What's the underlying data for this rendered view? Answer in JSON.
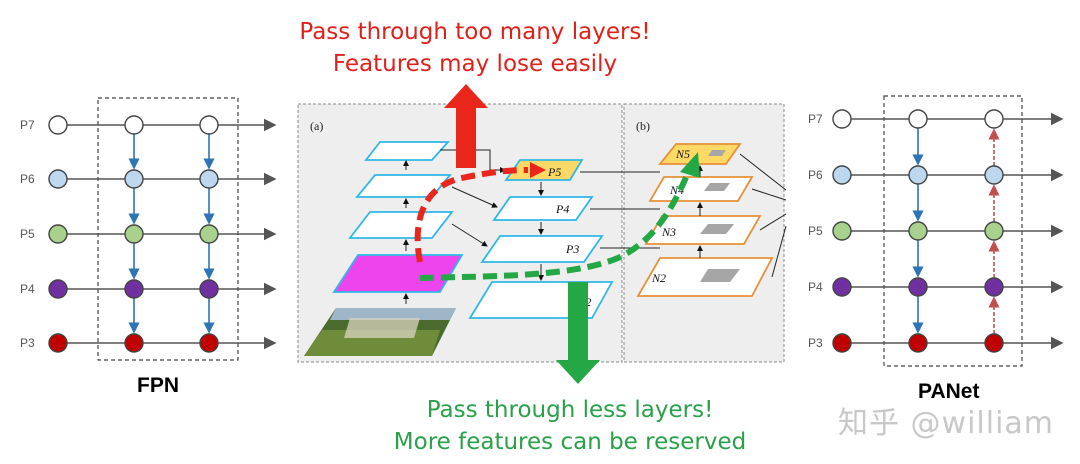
{
  "captions": {
    "top_line1": "Pass through too many layers!",
    "top_line2": "Features may lose easily",
    "bottom_line1": "Pass through less layers!",
    "bottom_line2": "More features can be reserved"
  },
  "fpn": {
    "label": "FPN",
    "levels": [
      "P7",
      "P6",
      "P5",
      "P4",
      "P3"
    ]
  },
  "panet": {
    "label": "PANet",
    "levels": [
      "P7",
      "P6",
      "P5",
      "P4",
      "P3"
    ]
  },
  "figure": {
    "panel_a": "(a)",
    "panel_b": "(b)",
    "p_labels": [
      "P5",
      "P4",
      "P3",
      "P2"
    ],
    "n_labels": [
      "N5",
      "N4",
      "N3",
      "N2"
    ]
  },
  "watermark": "知乎 @william",
  "colors": {
    "p7": "#ffffff",
    "p6": "#bdd7ee",
    "p5": "#a9d18e",
    "p4": "#7030a0",
    "p3": "#c00000",
    "red_path": "#e8261c",
    "green_path": "#23a845",
    "fpn_arrow": "#2e75b6",
    "panet_up_arrow": "#c0504d"
  }
}
